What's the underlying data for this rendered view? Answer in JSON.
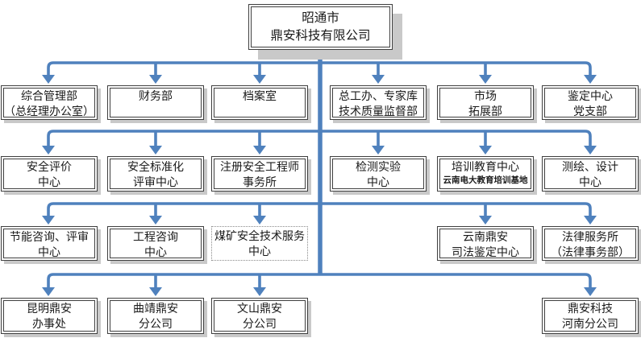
{
  "colors": {
    "connector": "#4F81BD",
    "box_shadow": "#C9C9C9",
    "box_border": "#3F3F3F"
  },
  "org": {
    "root": {
      "label": "昭通市\n鼎安科技有限公司"
    },
    "row2": [
      {
        "label": "综合管理部\n（总经理办公室）"
      },
      {
        "label": "财务部"
      },
      {
        "label": "档案室"
      },
      {
        "label": "总工办、专家库\n技术质量监督部"
      },
      {
        "label": "市场\n拓展部"
      },
      {
        "label": "鉴定中心\n党支部"
      }
    ],
    "row3": [
      {
        "label": "安全评价\n中心"
      },
      {
        "label": "安全标准化\n评审中心"
      },
      {
        "label": "注册安全工程师\n事务所"
      },
      {
        "label": "检测实验\n中心"
      },
      {
        "label": "培训教育中心",
        "sublabel": "云南电大教育培训基地"
      },
      {
        "label": "测绘、设计\n中心"
      }
    ],
    "row4": [
      {
        "label": "节能咨询、评审\n中心"
      },
      {
        "label": "工程咨询\n中心"
      },
      {
        "label": "煤矿安全技术服务\n中心"
      },
      {
        "label": "云南鼎安\n司法鉴定中心"
      },
      {
        "label": "法律服务所\n（法律事务部）"
      }
    ],
    "row5": [
      {
        "label": "昆明鼎安\n办事处"
      },
      {
        "label": "曲靖鼎安\n分公司"
      },
      {
        "label": "文山鼎安\n分公司"
      },
      {
        "label": "鼎安科技\n河南分公司"
      }
    ]
  }
}
